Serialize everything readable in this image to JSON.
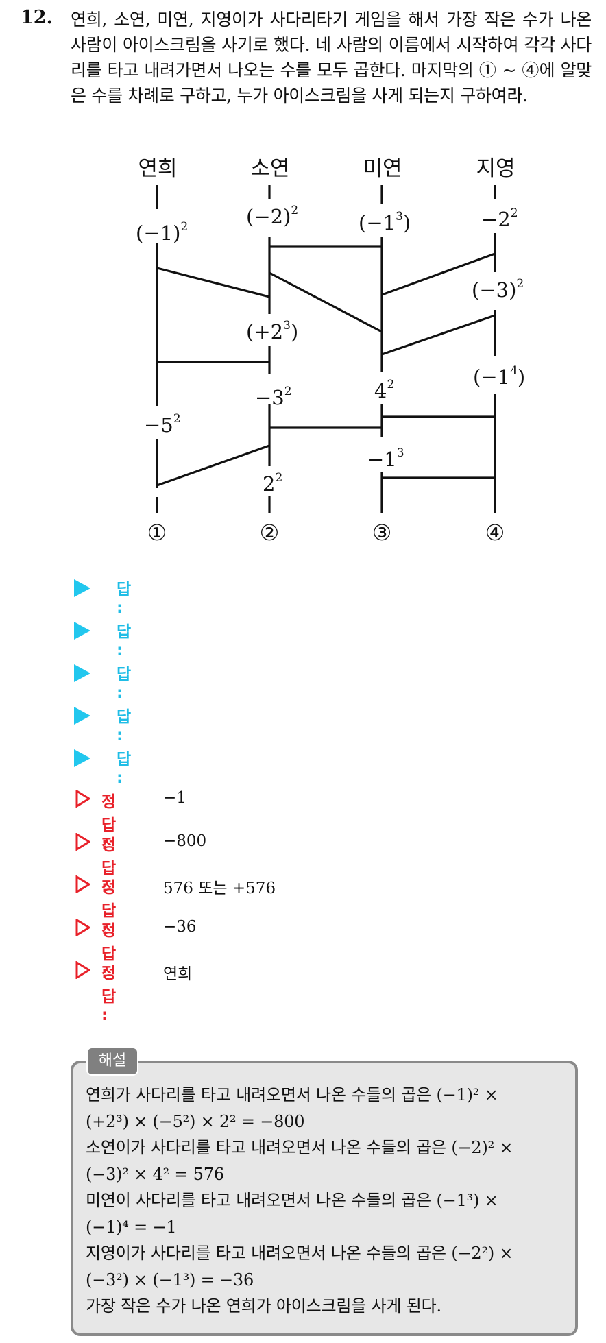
{
  "question": {
    "number": "12.",
    "text": "연희, 소연, 미연, 지영이가 사다리타기 게임을 해서 가장 작은 수가 나온 사람이 아이스크림을 사기로 했다. 네 사람의 이름에서 시작하여 각각 사다리를 타고 내려가면서 나오는 수를 모두 곱한다. 마지막의 ① ~ ④에 알맞은 수를 차례로 구하고, 누가 아이스크림을 사게 되는지 구하여라."
  },
  "ladder": {
    "names": [
      "연희",
      "소연",
      "미연",
      "지영"
    ],
    "bottom_labels": [
      "①",
      "②",
      "③",
      "④"
    ],
    "values": {
      "c1_a": {
        "base": "(−1)",
        "exp": "2"
      },
      "c1_b": {
        "base": "−5",
        "exp": "2"
      },
      "c2_a": {
        "base": "(−2)",
        "exp": "2"
      },
      "c2_b_open": "(+2",
      "c2_b_exp": "3",
      "c2_b_close": ")",
      "c2_c": {
        "base": "−3",
        "exp": "2"
      },
      "c2_d": {
        "base": "2",
        "exp": "2"
      },
      "c3_a_open": "(−1",
      "c3_a_exp": "3",
      "c3_a_close": ")",
      "c3_b": {
        "base": "4",
        "exp": "2"
      },
      "c3_c": {
        "base": "−1",
        "exp": "3"
      },
      "c4_a": {
        "base": "−2",
        "exp": "2"
      },
      "c4_b": {
        "base": "(−3)",
        "exp": "2"
      },
      "c4_c_open": "(−1",
      "c4_c_exp": "4",
      "c4_c_close": ")"
    }
  },
  "answer_slots": {
    "label": "답 :",
    "count": 5
  },
  "correct_answers": {
    "label": "정답 :",
    "items": [
      "−1",
      "−800",
      "576 또는 +576",
      "−36",
      "연희"
    ]
  },
  "explanation": {
    "tag": "해설",
    "lines": [
      "연희가 사다리를 타고 내려오면서 나온 수들의 곱은 (−1)² ×",
      "(+2³) × (−5²) × 2² = −800",
      "소연이가 사다리를 타고 내려오면서 나온 수들의 곱은 (−2)² ×",
      "(−3)² × 4² = 576",
      "미연이 사다리를 타고 내려오면서 나온 수들의 곱은 (−1³) ×",
      "(−1)⁴ = −1",
      "지영이가 사다리를 타고 내려오면서 나온 수들의 곱은 (−2²) ×",
      "(−3²) × (−1³) = −36",
      "가장 작은 수가 나온 연희가 아이스크림을 사게 된다."
    ]
  },
  "colors": {
    "answer_marker": "#22c7ee",
    "answer_label": "#1fbde6",
    "correct_label": "#e8212a",
    "explain_bg": "#e7e7e7",
    "explain_border": "#8a8a8a",
    "explain_tag_bg": "#808080"
  }
}
